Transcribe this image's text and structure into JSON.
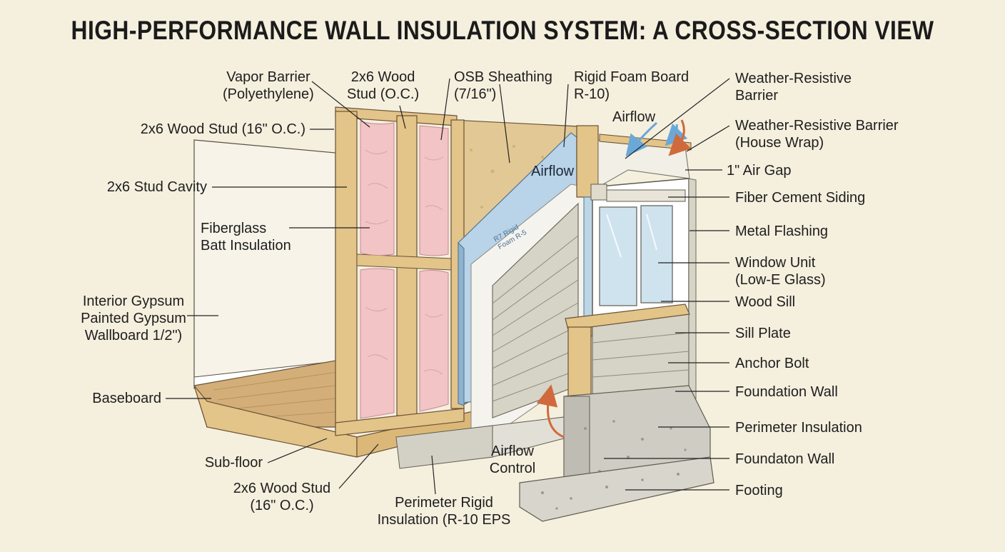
{
  "title": "HIGH-PERFORMANCE WALL INSULATION SYSTEM: A CROSS-SECTION VIEW",
  "labels": {
    "vapor_barrier": "Vapor Barrier\n(Polyethylene)",
    "wood_stud_oc_top": "2x6 Wood\nStud (O.C.)",
    "osb_sheathing": "OSB Sheathing\n(7/16\")",
    "rigid_foam_board": "Rigid Foam Board\nR-10)",
    "wood_stud_16_left": "2x6 Wood Stud (16\" O.C.)",
    "stud_cavity": "2x6 Stud Cavity",
    "fiberglass_batt": "Fiberglass\nBatt Insulation",
    "interior_gypsum": "Interior Gypsum\nPainted Gypsum\nWallboard 1/2\")",
    "baseboard": "Baseboard",
    "subfloor": "Sub-floor",
    "wood_stud_16_bottom": "2x6 Wood Stud\n(16\" O.C.)",
    "perimeter_rigid_insulation": "Perimeter Rigid\nInsulation (R-10 EPS",
    "airflow_control": "Airflow\nControl",
    "airflow_top": "Airflow",
    "airflow_inner": "Airflow",
    "weather_resistive_barrier": "Weather-Resistive\nBarrier",
    "house_wrap": "Weather-Resistive Barrier\n(House Wrap)",
    "air_gap": "1\" Air Gap",
    "fiber_cement_siding": "Fiber Cement Siding",
    "metal_flashing": "Metal Flashing",
    "window_unit": "Window Unit\n(Low-E Glass)",
    "wood_sill": "Wood Sill",
    "sill_plate": "Sill Plate",
    "anchor_bolt": "Anchor Bolt",
    "foundation_wall": "Foundation Wall",
    "perimeter_insulation": "Perimeter Insulation",
    "foundaton_wall": "Foundaton Wall",
    "footing": "Footing",
    "foam_stamp": "R7 Rigid\nFoam R-5"
  },
  "colors": {
    "background": "#f5efde",
    "lumber": "#e3c489",
    "insulation": "#f2c4c6",
    "osb": "#e2c894",
    "rigid_foam": "#b9d3e8",
    "siding": "#d6d4c6",
    "concrete": "#cfccc3",
    "airflow_arrow": "#d06a3c",
    "airflow_arrow_blue": "#6aa8d8"
  }
}
